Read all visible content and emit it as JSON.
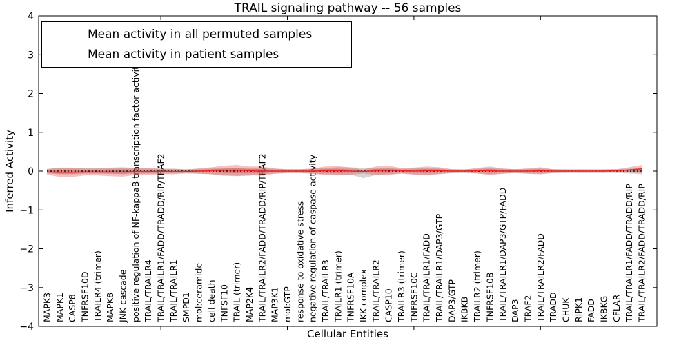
{
  "chart_data": {
    "type": "line",
    "title": "TRAIL signaling pathway -- 56 samples",
    "xlabel": "Cellular Entities",
    "ylabel": "Inferred Activity",
    "ylim": [
      -4,
      4
    ],
    "grid": false,
    "legend_position": "upper left",
    "yticks": [
      {
        "v": 4,
        "label": "4"
      },
      {
        "v": 3,
        "label": "3"
      },
      {
        "v": 2,
        "label": "2"
      },
      {
        "v": 1,
        "label": "1"
      },
      {
        "v": 0,
        "label": "0"
      },
      {
        "v": -1,
        "label": "−1"
      },
      {
        "v": -2,
        "label": "−2"
      },
      {
        "v": -3,
        "label": "−3"
      },
      {
        "v": -4,
        "label": "−4"
      }
    ],
    "xticks_at_category_numbers": [
      10,
      20,
      30,
      40
    ],
    "categories": [
      "MAPK3",
      "MAPK1",
      "CASP8",
      "TNFRSF10D",
      "TRAILR4 (trimer)",
      "MAPK8",
      "JNK cascade",
      "positive regulation of NF-kappaB transcription factor activity",
      "TRAIL/TRAILR4",
      "TRAIL/TRAILR1/FADD/TRADD/RIP/TRAF2",
      "TRAIL/TRAILR1",
      "SMPD1",
      "mol:ceramide",
      "cell death",
      "TNFSF10",
      "TRAIL (trimer)",
      "MAP2K4",
      "TRAIL/TRAILR2/FADD/TRADD/RIP/TRAF2",
      "MAP3K1",
      "mol:GTP",
      "response to oxidative stress",
      "negative regulation of caspase activity",
      "TRAIL/TRAILR3",
      "TRAILR1 (trimer)",
      "TNFRSF10A",
      "IKK complex",
      "TRAIL/TRAILR2",
      "CASP10",
      "TRAILR3 (trimer)",
      "TNFRSF10C",
      "TRAIL/TRAILR1/FADD",
      "TRAIL/TRAILR1/DAP3/GTP",
      "DAP3/GTP",
      "IKBKB",
      "TRAILR2 (trimer)",
      "TNFRSF10B",
      "TRAIL/TRAILR1/DAP3/GTP/FADD",
      "DAP3",
      "TRAF2",
      "TRAIL/TRAILR2/FADD",
      "TRADD",
      "CHUK",
      "RIPK1",
      "FADD",
      "IKBKG",
      "CFLAR",
      "TRAIL/TRAILR1/FADD/TRADD/RIP",
      "TRAIL/TRAILR2/FADD/TRADD/RIP"
    ],
    "series": [
      {
        "name": "Mean activity in all permuted samples",
        "color": "#000000",
        "line_style": "dashed",
        "values": [
          0,
          0,
          0,
          0,
          0,
          0,
          0,
          0,
          0,
          0,
          0,
          0,
          0,
          0,
          0,
          0,
          0,
          0,
          0,
          0,
          0,
          0,
          0,
          0,
          0,
          0,
          0,
          0,
          0,
          0,
          0,
          0,
          0,
          0,
          0,
          0,
          0,
          0,
          0,
          0,
          0,
          0,
          0,
          0,
          0,
          0,
          0,
          0
        ]
      },
      {
        "name": "Mean activity in patient samples",
        "color": "#ee2222",
        "line_style": "solid",
        "values": [
          -0.02,
          -0.03,
          -0.03,
          -0.02,
          -0.02,
          -0.02,
          -0.02,
          -0.01,
          -0.01,
          -0.01,
          -0.01,
          -0.01,
          0,
          0.01,
          0.02,
          0.02,
          0.01,
          0,
          0,
          0,
          0,
          0,
          0.01,
          0.01,
          0,
          -0.01,
          0.01,
          0.02,
          0.01,
          0,
          0.01,
          0.01,
          0,
          0,
          0.01,
          0.01,
          0,
          0,
          0,
          0.01,
          0,
          0,
          0,
          0,
          0,
          0.01,
          0.03,
          0.06
        ]
      }
    ],
    "bands": [
      {
        "name": "permuted-samples-spread",
        "color": "#999999",
        "opacity": 0.4,
        "upper": [
          0.06,
          0.08,
          0.08,
          0.07,
          0.07,
          0.07,
          0.08,
          0.07,
          0.07,
          0.06,
          0.06,
          0.05,
          0.06,
          0.07,
          0.08,
          0.09,
          0.08,
          0.08,
          0.06,
          0.05,
          0.05,
          0.06,
          0.08,
          0.1,
          0.1,
          0.08,
          0.08,
          0.08,
          0.06,
          0.07,
          0.08,
          0.07,
          0.05,
          0.05,
          0.06,
          0.08,
          0.06,
          0.05,
          0.06,
          0.07,
          0.05,
          0.05,
          0.05,
          0.05,
          0.05,
          0.05,
          0.06,
          0.08
        ],
        "lower": [
          -0.06,
          -0.08,
          -0.08,
          -0.07,
          -0.07,
          -0.07,
          -0.08,
          -0.07,
          -0.07,
          -0.06,
          -0.06,
          -0.05,
          -0.06,
          -0.08,
          -0.12,
          -0.13,
          -0.12,
          -0.08,
          -0.06,
          -0.05,
          -0.05,
          -0.06,
          -0.08,
          -0.09,
          -0.09,
          -0.18,
          -0.1,
          -0.08,
          -0.06,
          -0.08,
          -0.09,
          -0.07,
          -0.05,
          -0.05,
          -0.06,
          -0.08,
          -0.06,
          -0.05,
          -0.06,
          -0.07,
          -0.05,
          -0.05,
          -0.05,
          -0.05,
          -0.05,
          -0.05,
          -0.06,
          -0.08
        ]
      },
      {
        "name": "patient-samples-spread",
        "color": "#dd3333",
        "opacity": 0.3,
        "upper": [
          0.05,
          0.09,
          0.09,
          0.07,
          0.07,
          0.09,
          0.1,
          0.08,
          0.08,
          0.06,
          0.06,
          0.04,
          0.07,
          0.1,
          0.14,
          0.16,
          0.12,
          0.12,
          0.07,
          0.05,
          0.05,
          0.07,
          0.12,
          0.13,
          0.09,
          0.04,
          0.12,
          0.14,
          0.08,
          0.09,
          0.12,
          0.1,
          0.05,
          0.04,
          0.08,
          0.12,
          0.07,
          0.05,
          0.07,
          0.1,
          0.05,
          0.04,
          0.04,
          0.04,
          0.04,
          0.05,
          0.1,
          0.16
        ],
        "lower": [
          -0.09,
          -0.15,
          -0.15,
          -0.11,
          -0.11,
          -0.13,
          -0.14,
          -0.1,
          -0.1,
          -0.08,
          -0.08,
          -0.06,
          -0.07,
          -0.08,
          -0.1,
          -0.12,
          -0.1,
          -0.12,
          -0.07,
          -0.05,
          -0.05,
          -0.07,
          -0.1,
          -0.11,
          -0.09,
          -0.06,
          -0.1,
          -0.1,
          -0.06,
          -0.09,
          -0.1,
          -0.08,
          -0.05,
          -0.04,
          -0.06,
          -0.1,
          -0.07,
          -0.05,
          -0.07,
          -0.08,
          -0.05,
          -0.04,
          -0.04,
          -0.04,
          -0.04,
          -0.03,
          -0.04,
          -0.05
        ]
      }
    ]
  }
}
